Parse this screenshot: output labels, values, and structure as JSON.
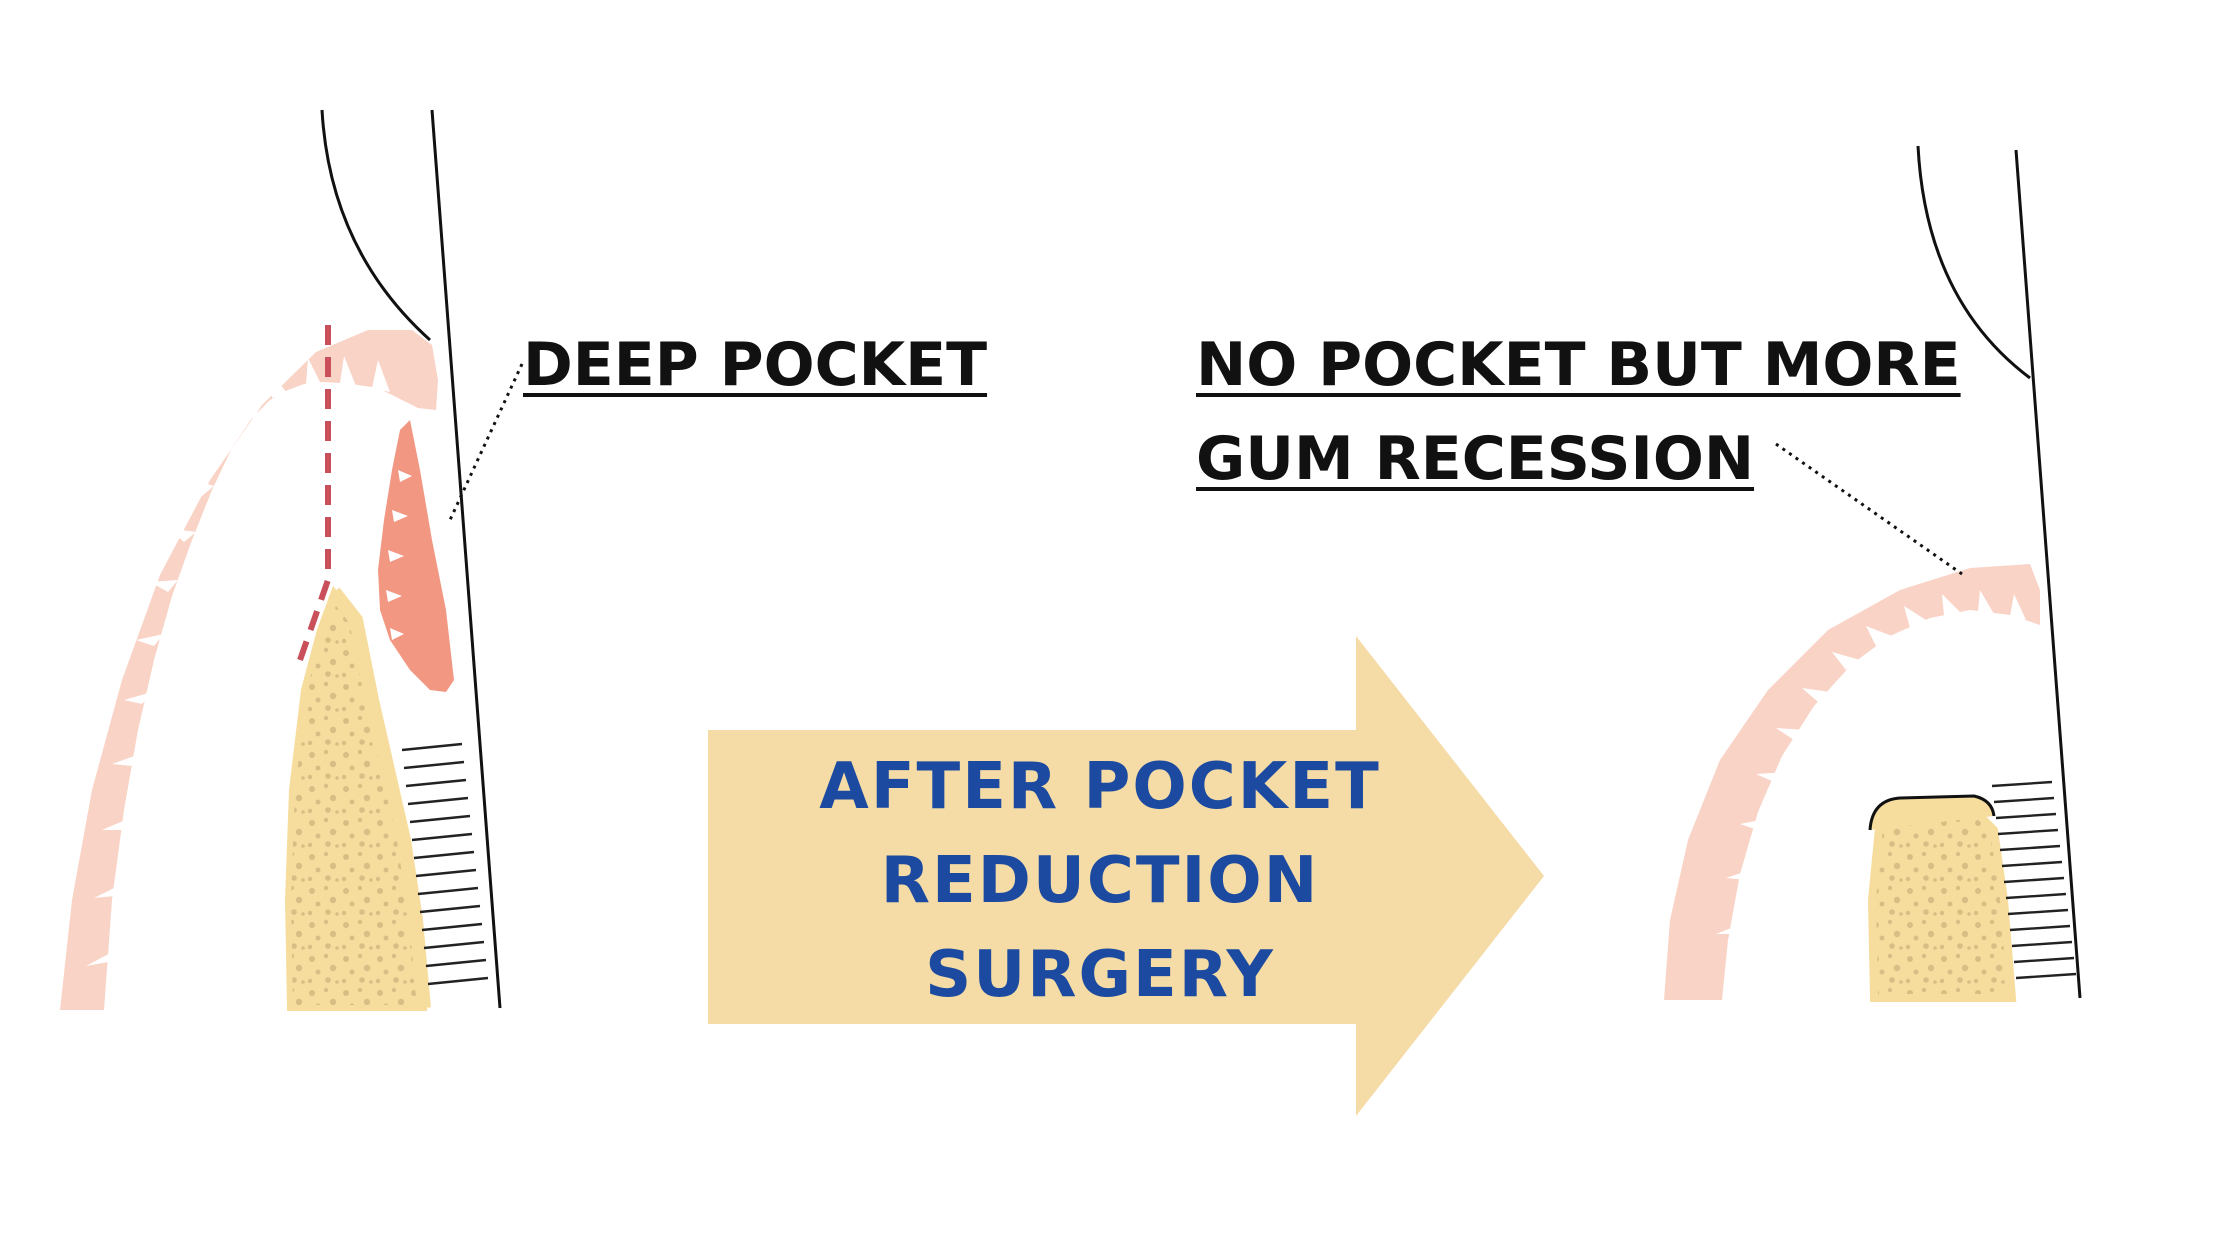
{
  "labels": {
    "before_line1": "DEEP POCKET",
    "after_line1": "NO POCKET BUT MORE",
    "after_line2": "GUM RECESSION"
  },
  "arrow": {
    "line1": "AFTER POCKET",
    "line2": "REDUCTION",
    "line3": "SURGERY"
  },
  "colors": {
    "gum": "#f9d3c6",
    "pocket": "#f19782",
    "bone": "#f6dd9e",
    "bone_texture": "#d8be85",
    "arrow_fill": "#f5dba5",
    "arrow_text": "#1b4aa0",
    "dashed_line": "#c9505a",
    "outline": "#111111"
  }
}
